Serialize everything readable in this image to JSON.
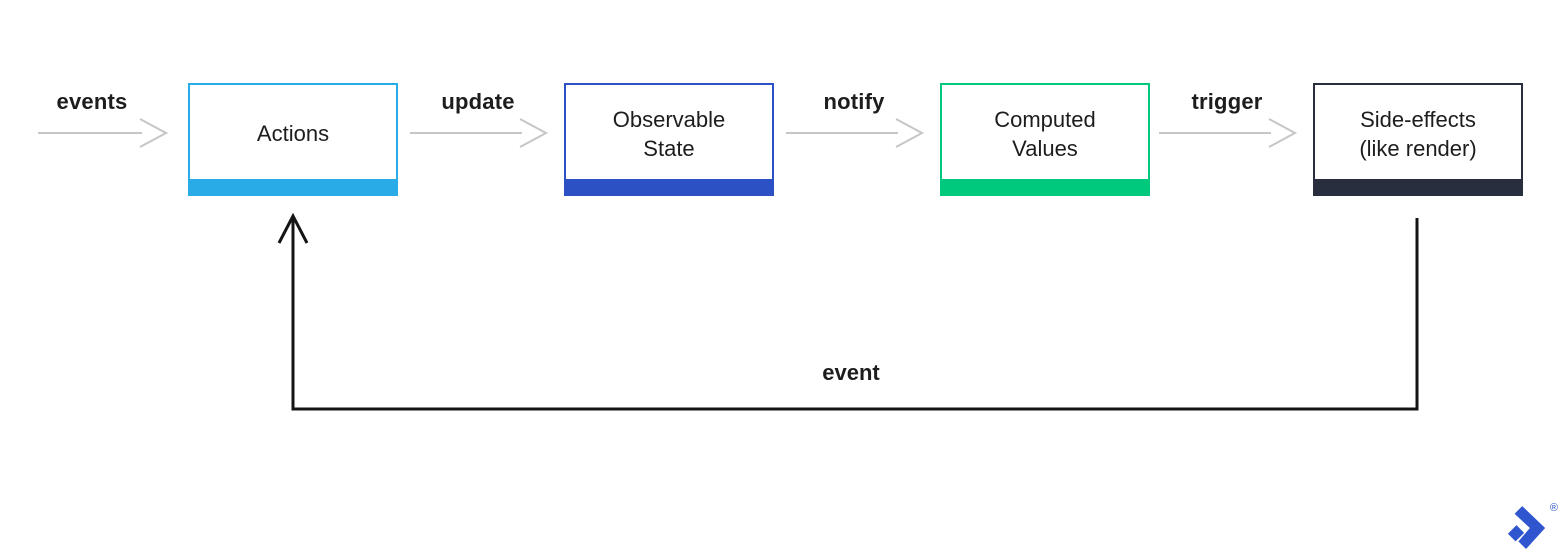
{
  "diagram": {
    "boxes": [
      {
        "name": "actions",
        "lines": [
          "Actions"
        ],
        "color": "#29abe8"
      },
      {
        "name": "state",
        "lines": [
          "Observable",
          "State"
        ],
        "color": "#2b51c5"
      },
      {
        "name": "computed",
        "lines": [
          "Computed",
          "Values"
        ],
        "color": "#00c97d"
      },
      {
        "name": "side-effects",
        "lines": [
          "Side-effects",
          "(like render)"
        ],
        "color": "#282e3e"
      }
    ],
    "flow_labels": [
      {
        "label": "events"
      },
      {
        "label": "update"
      },
      {
        "label": "notify"
      },
      {
        "label": "trigger"
      }
    ],
    "feedback_label": "event",
    "colors": {
      "arrow_gray": "#c6c6c6",
      "line_black": "#141414",
      "text": "#1d1d1d"
    }
  },
  "logo": {
    "registered_mark": "®",
    "color": "#2f56cf"
  }
}
